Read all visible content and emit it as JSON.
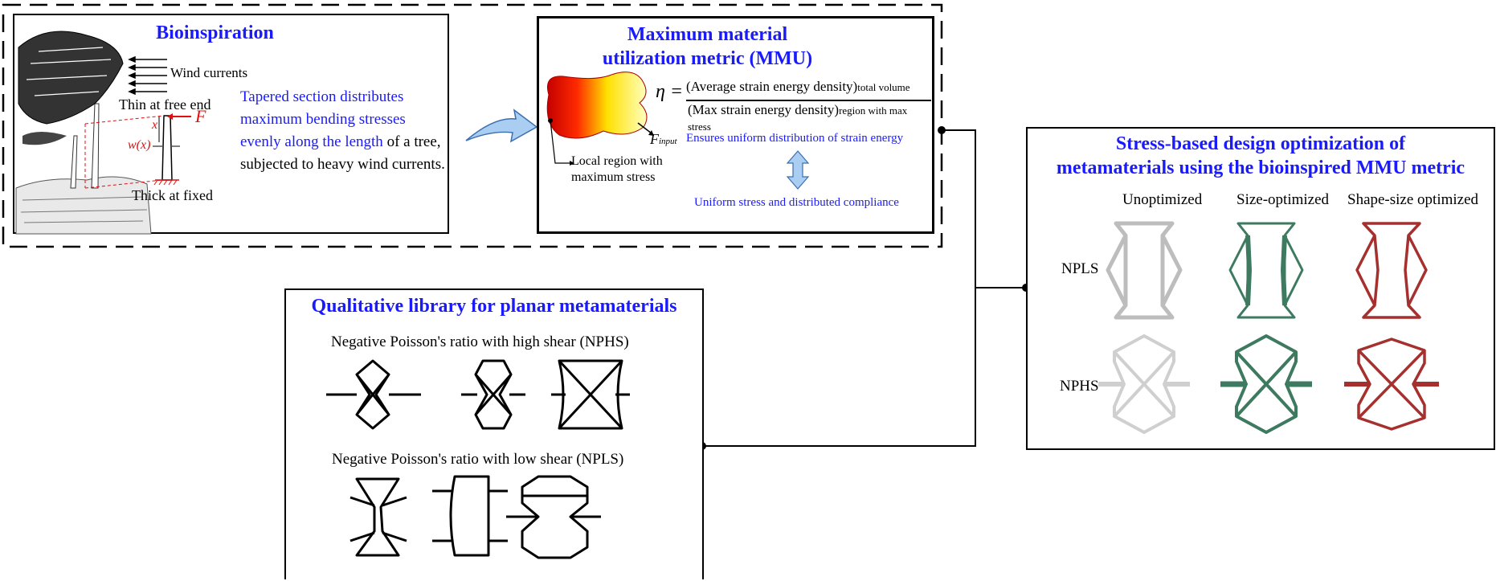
{
  "bioinspiration": {
    "title": "Bioinspiration",
    "wind_label": "Wind currents",
    "thin_label": "Thin at free end",
    "thick_label": "Thick at fixed",
    "force_label": "F",
    "x_label": "x",
    "w_label": "w(x)",
    "desc_blue": "Tapered section distributes maximum bending stresses evenly along the length",
    "desc_black": " of a tree, subjected to heavy wind currents."
  },
  "mmu": {
    "title_line1": "Maximum material",
    "title_line2": "utilization metric (MMU)",
    "eta": "η =",
    "numerator": "(Average strain energy density)",
    "numerator_sub": "total volume",
    "denominator": "(Max strain energy density)",
    "denominator_sub": "region with max stress",
    "f_input": "F",
    "f_input_sub": "input",
    "local_region": "Local region with maximum stress",
    "ensures": "Ensures uniform distribution of strain energy",
    "uniform": "Uniform stress and distributed compliance"
  },
  "library": {
    "title": "Qualitative library for planar metamaterials",
    "nphs_label": "Negative Poisson's ratio with high shear (NPHS)",
    "npls_label": "Negative Poisson's ratio with low shear (NPLS)"
  },
  "optimization": {
    "title_line1": "Stress-based design optimization of",
    "title_line2": "metamaterials using the bioinspired MMU metric",
    "columns": [
      "Unoptimized",
      "Size-optimized",
      "Shape-size optimized"
    ],
    "rows": [
      "NPLS",
      "NPHS"
    ],
    "colors": {
      "unoptimized": "#bdbdbd",
      "size": "#3d7a5f",
      "shape": "#a5302e"
    }
  },
  "colors": {
    "title_blue": "#1a1aff",
    "force_red": "#e01010"
  }
}
